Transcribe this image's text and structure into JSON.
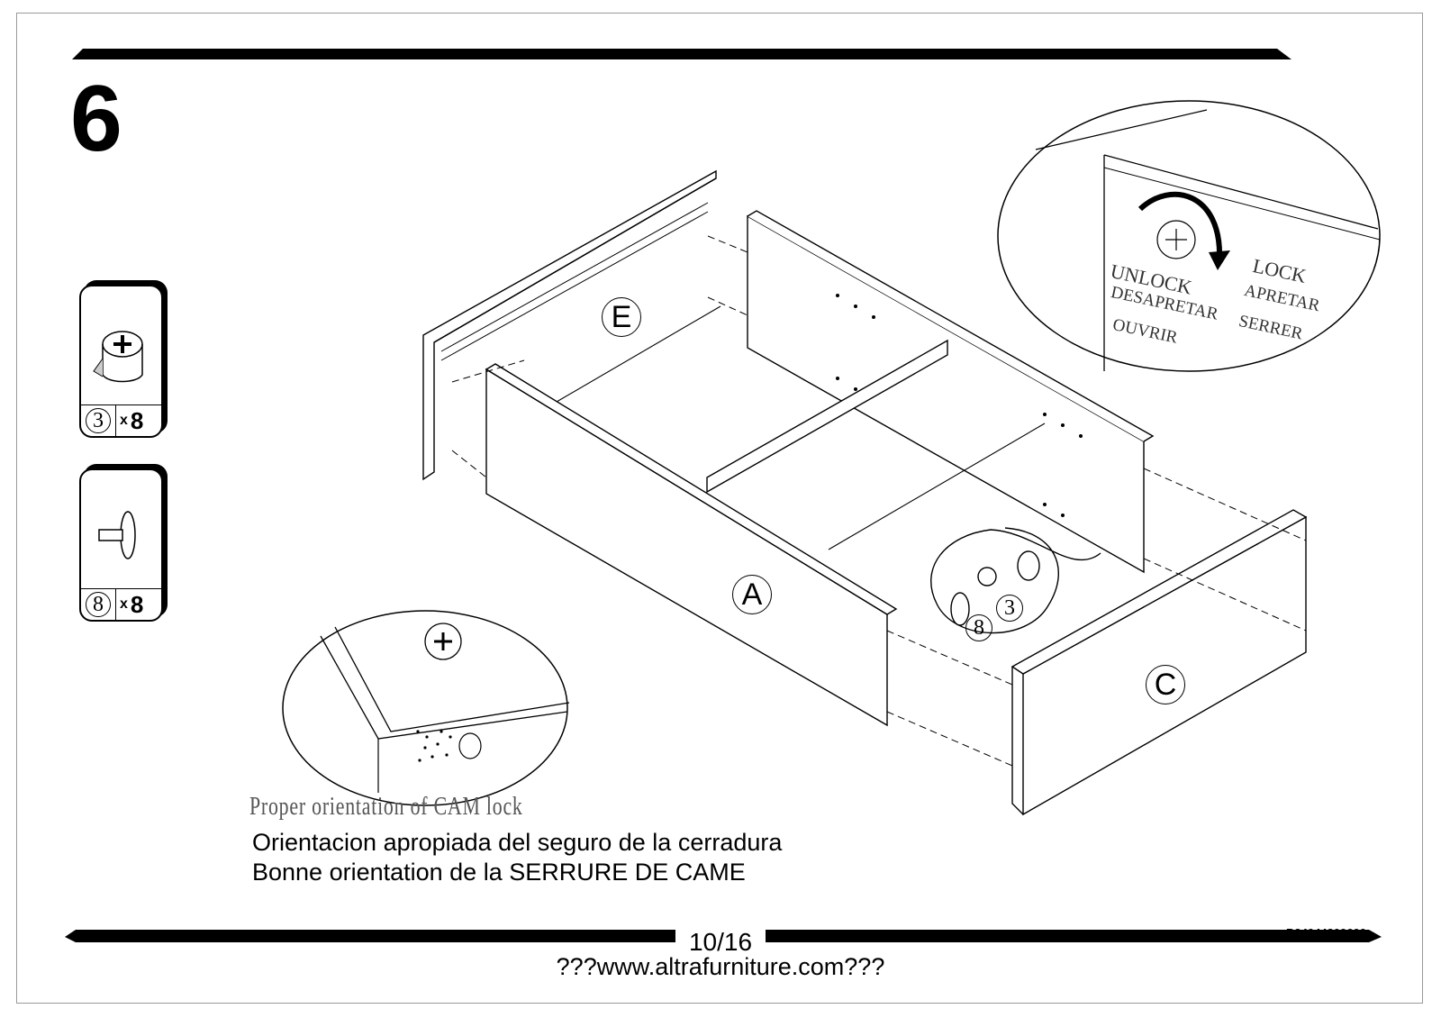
{
  "step": {
    "number": "6"
  },
  "parts": [
    {
      "id": "3",
      "times": "x",
      "quantity": "8",
      "icon": "cam-lock-icon"
    },
    {
      "id": "8",
      "times": "x",
      "quantity": "8",
      "icon": "cam-bolt-icon"
    }
  ],
  "panels": {
    "e": "E",
    "a": "A",
    "c": "C"
  },
  "inset_labels": {
    "bolt": "8",
    "cam": "3"
  },
  "lock_zoom": {
    "unlock": [
      "UNLOCK",
      "DESAPRETAR",
      "OUVRIR"
    ],
    "lock": [
      "LOCK",
      "APRETAR",
      "SERRER"
    ]
  },
  "captions": {
    "en": "Proper orientation of CAM lock",
    "es": "Orientacion apropiada del seguro de la cerradura",
    "fr": "Bonne orientation de la SERRURE DE CAME"
  },
  "footer": {
    "page": "10/16",
    "website": "???www.altrafurniture.com???",
    "code": "B34944809600"
  }
}
